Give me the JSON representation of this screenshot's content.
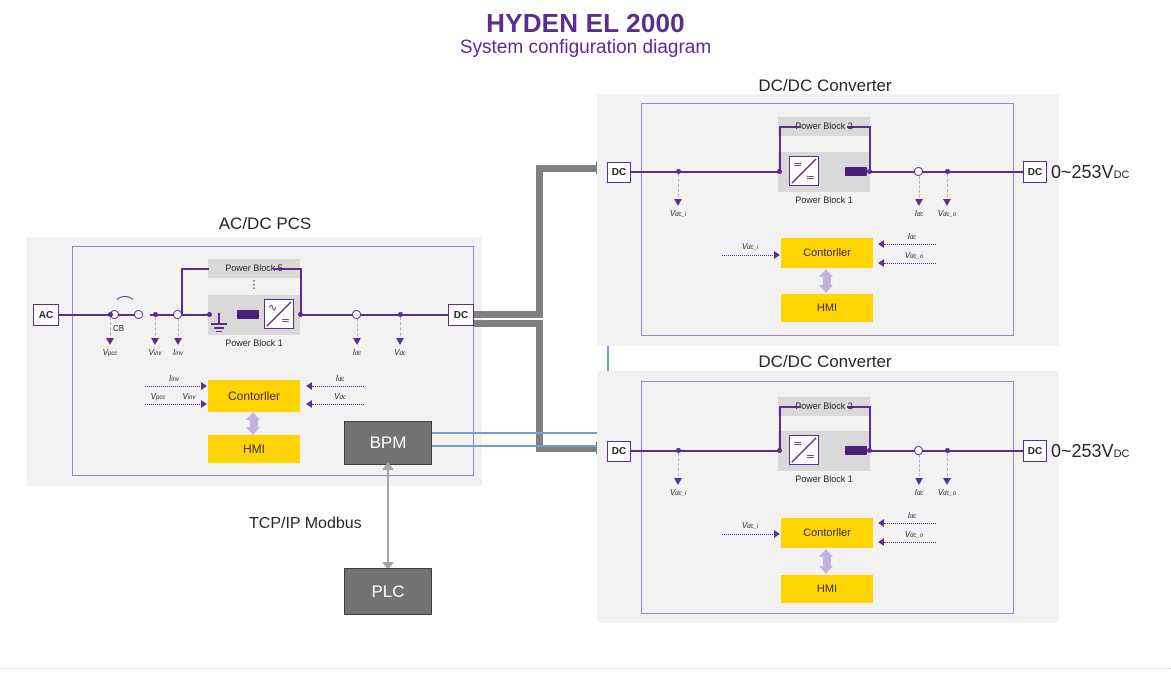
{
  "title": "HYDEN EL 2000",
  "subtitle": "System configuration diagram",
  "sections": {
    "pcs_title": "AC/DC PCS",
    "dcdc_title_1": "DC/DC Converter",
    "dcdc_title_2": "DC/DC Converter"
  },
  "ports": {
    "ac": "AC",
    "dc": "DC"
  },
  "pcs": {
    "cb_label": "CB",
    "power_block_top": "Power Block 5",
    "power_block_bottom": "Power Block 1",
    "vertical_dots": "⋮",
    "converter_top_symbol": "∿",
    "converter_bottom_symbol": "=",
    "taps": [
      {
        "label": "V",
        "sub": "pcc"
      },
      {
        "label": "V",
        "sub": "inv"
      },
      {
        "label": "I",
        "sub": "inv"
      },
      {
        "label": "I",
        "sub": "dc"
      },
      {
        "label": "V",
        "sub": "dc"
      }
    ],
    "controller": "Contorller",
    "hmi": "HMI",
    "signals_left_top": [
      {
        "label": "I",
        "sub": "inv"
      }
    ],
    "signals_left_bottom": [
      {
        "label": "V",
        "sub": "pcc"
      },
      {
        "label": "V",
        "sub": "inv"
      }
    ],
    "signals_right_top": [
      {
        "label": "I",
        "sub": "dc"
      }
    ],
    "signals_right_bottom": [
      {
        "label": "V",
        "sub": "dc"
      }
    ]
  },
  "dcdc": {
    "power_block_top": "Power Block 2",
    "power_block_bottom": "Power Block 1",
    "converter_top_symbol": "=",
    "converter_bottom_symbol": "=",
    "taps": [
      {
        "label": "V",
        "sub": "dc_i"
      },
      {
        "label": "I",
        "sub": "dc"
      },
      {
        "label": "V",
        "sub": "dc_o"
      }
    ],
    "controller": "Contorller",
    "hmi": "HMI",
    "signal_left": {
      "label": "V",
      "sub": "dc_i"
    },
    "signals_right": [
      {
        "label": "I",
        "sub": "dc"
      },
      {
        "label": "V",
        "sub": "dc_o"
      }
    ],
    "output_voltage": "0~253V",
    "output_voltage_sub": "DC"
  },
  "comms": {
    "bpm": "BPM",
    "plc": "PLC",
    "protocol": "TCP/IP Modbus"
  },
  "colors": {
    "brand_purple": "#5b2d90",
    "wire_purple": "#5b2d90",
    "panel_grey": "#f2f2f2",
    "block_grey": "#d9d9d9",
    "accent_yellow": "#ffd400",
    "box_grey": "#737373",
    "bus_grey": "#808080",
    "comm_blue": "#6f9fd8",
    "lavender": "#c3b2e0"
  }
}
